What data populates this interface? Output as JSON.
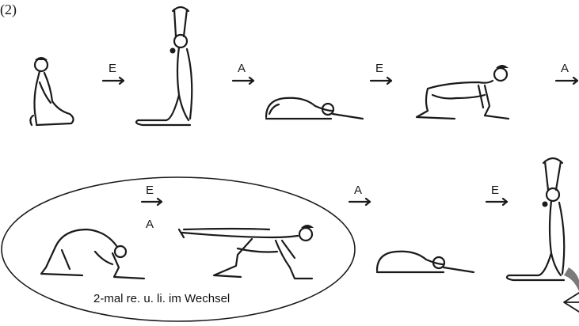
{
  "sequence_number": "(2)",
  "arrows": {
    "row1": [
      "E",
      "A",
      "E",
      "A"
    ],
    "row2_ellipse": "E",
    "row2_ellipse_inner": "A",
    "row2": [
      "A",
      "E"
    ]
  },
  "ellipse_caption": "2-mal re. u. li. im Wechsel",
  "icons": [
    "repeat-arrow-icon"
  ],
  "colors": {
    "ink": "#1a1a1a",
    "accent_gray": "#7a7a7a"
  }
}
